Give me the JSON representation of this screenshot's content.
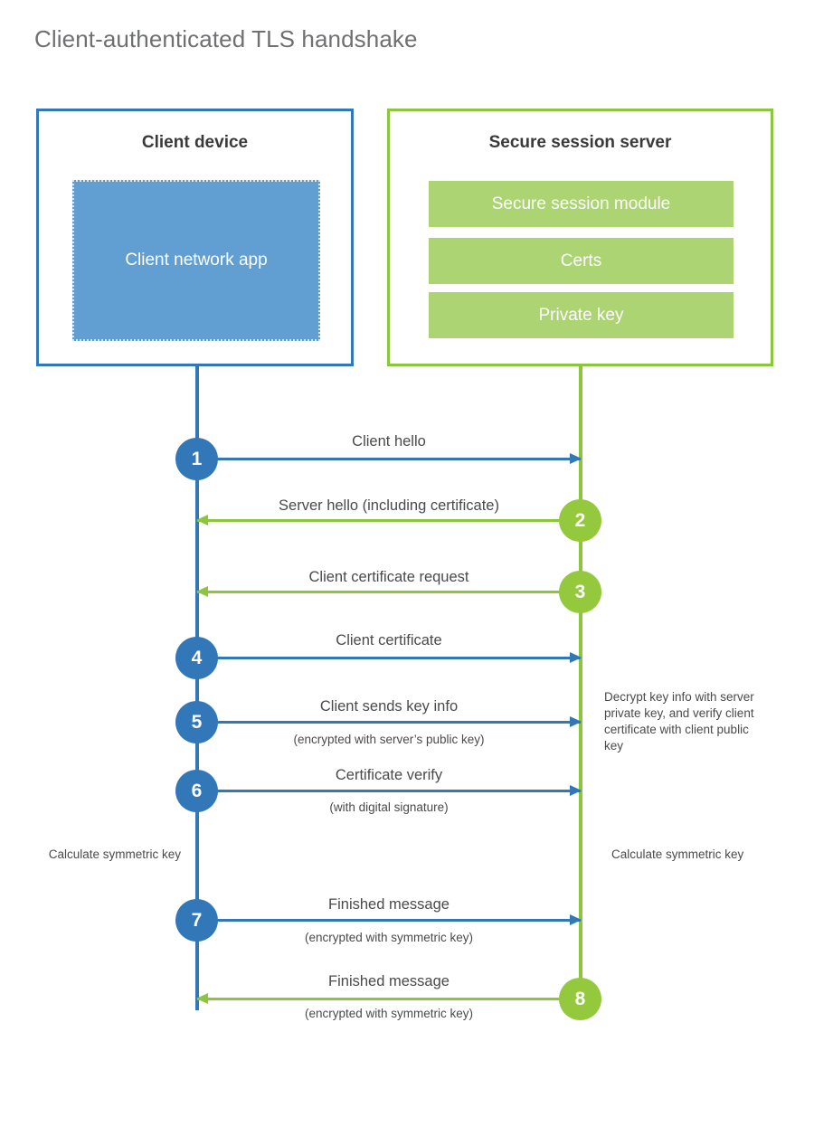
{
  "title": "Client-authenticated TLS handshake",
  "colors": {
    "client_blue": "#3278b9",
    "client_app_fill": "#619fd3",
    "server_green": "#8cc63e",
    "server_bar_fill": "#acd473",
    "step_green": "#95c93d",
    "text": "#4a4a4c",
    "title_text": "#6f7072"
  },
  "client_box": {
    "title": "Client device",
    "app_label": "Client network app"
  },
  "server_box": {
    "title": "Secure session server",
    "modules": [
      "Secure session module",
      "Certs",
      "Private key"
    ]
  },
  "steps": [
    {
      "number": "1",
      "label": "Client hello",
      "sub": "",
      "direction": "client-to-server",
      "color": "blue"
    },
    {
      "number": "2",
      "label": "Server hello (including certificate)",
      "sub": "",
      "direction": "server-to-client",
      "color": "green"
    },
    {
      "number": "3",
      "label": "Client certificate request",
      "sub": "",
      "direction": "server-to-client",
      "color": "green"
    },
    {
      "number": "4",
      "label": "Client certificate",
      "sub": "",
      "direction": "client-to-server",
      "color": "blue"
    },
    {
      "number": "5",
      "label": "Client sends key info",
      "sub": "(encrypted with server’s public key)",
      "direction": "client-to-server",
      "color": "blue"
    },
    {
      "number": "6",
      "label": "Certificate verify",
      "sub": "(with digital signature)",
      "direction": "client-to-server",
      "color": "blue"
    },
    {
      "number": "7",
      "label": "Finished message",
      "sub": "(encrypted with symmetric key)",
      "direction": "client-to-server",
      "color": "blue"
    },
    {
      "number": "8",
      "label": "Finished message",
      "sub": "(encrypted with symmetric key)",
      "direction": "server-to-client",
      "color": "green"
    }
  ],
  "notes": {
    "decrypt": "Decrypt key info with server private key, and verify client certificate with client public key",
    "calculate_client": "Calculate symmetric key",
    "calculate_server": "Calculate symmetric key"
  }
}
